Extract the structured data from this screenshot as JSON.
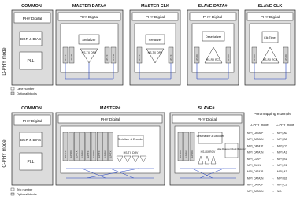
{
  "colors": {
    "box_fill": "#dcdcdc",
    "inner_fill": "#ffffff",
    "dark_block": "#555555",
    "lane_line": "#1f3fbf",
    "optional_fill": "#cfcfcf",
    "stroke": "#222222"
  },
  "dphy": {
    "mode_label": "D-PHY mode",
    "headers": {
      "common": "COMMON",
      "master_data": "MASTER DATA#",
      "master_clk": "MASTER CLK",
      "slave_data": "SLAVE DATA#",
      "slave_clk": "SLAVE CLK"
    },
    "phy_digital": "PHY Digital",
    "bgr_bias": "BGR & BIAS",
    "pll": "PLL",
    "serializer": "Serializer",
    "hs_tx_drv": "HS-TX DRV",
    "deserializer": "Deserializer",
    "hs_rx_rcv": "HS-RX RCV",
    "clk_timer": "Clk Timer",
    "lp_tx": "LP-TX",
    "lp_rx": "LP-RX",
    "lp_cd": "LP-CD",
    "legend_lane": "Lane number",
    "legend_optional": "Optional blocks"
  },
  "cphy": {
    "mode_label": "C-PHY mode",
    "headers": {
      "common": "COMMON",
      "master": "MASTER#",
      "slave": "SLAVE#"
    },
    "phy_digital": "PHY Digital",
    "bgr_bias": "BGR & BIAS",
    "pll": "PLL",
    "ser_encoder": "Serializer & Encoder",
    "hs_tx_drv": "HS-TX DRV",
    "deser_decoder": "Deserializer & Decoder",
    "hs_rx_rcv": "HS-RX RCV",
    "edge_detector": "Edge Detector Clock Recovery",
    "lp_tx": "LP-TX",
    "lp_rx": "LP-RX",
    "legend_trio": "Trio number",
    "legend_optional": "Optional blocks"
  },
  "port_mapping": {
    "title": "Port mapping example",
    "col_dphy": "D-PHY mode",
    "col_cphy": "C-PHY mode",
    "rows": [
      {
        "d": "MIPI_DATA0P",
        "c": "MIPI_A0"
      },
      {
        "d": "MIPI_DATA0N",
        "c": "MIPI_B0"
      },
      {
        "d": "MIPI_DATA1P",
        "c": "MIPI_C0"
      },
      {
        "d": "MIPI_DATA1N",
        "c": "MIPI_A1"
      },
      {
        "d": "MIPI_CLKP",
        "c": "MIPI_B1"
      },
      {
        "d": "MIPI_CLKN",
        "c": "MIPI_C1"
      },
      {
        "d": "MIPI_DATA2P",
        "c": "MIPI_A2"
      },
      {
        "d": "MIPI_DATA2N",
        "c": "MIPI_B2"
      },
      {
        "d": "MIPI_DATA3P",
        "c": "MIPI_C2"
      },
      {
        "d": "MIPI_DATA3N",
        "c": "N/A"
      }
    ]
  }
}
